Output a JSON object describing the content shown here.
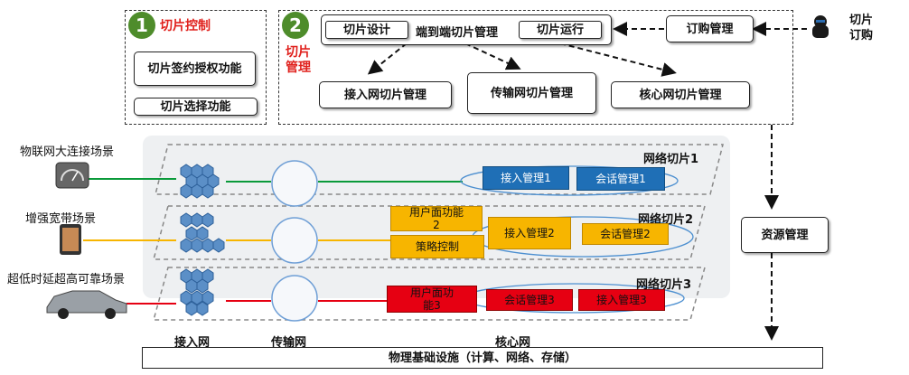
{
  "control": {
    "num": "1",
    "title": "切片控制",
    "auth": "切片签约授权功能",
    "select": "切片选择功能"
  },
  "management": {
    "num": "2",
    "title": "切片管理",
    "design": "切片设计",
    "run": "切片运行",
    "e2e": "端到端切片管理",
    "access": "接入网切片管理",
    "transport": "传输网切片管理",
    "core": "核心网切片管理"
  },
  "order": {
    "label": "订购管理",
    "user": "切片订购"
  },
  "resource": {
    "label": "资源管理"
  },
  "infra": {
    "label": "物理基础设施（计算、网络、存储）"
  },
  "scenarios": [
    {
      "label": "物联网大连接场景"
    },
    {
      "label": "增强宽带场景"
    },
    {
      "label": "超低时延超高可靠场景"
    }
  ],
  "slices": [
    {
      "title": "网络切片1",
      "funcs": [
        "接入管理1",
        "会话管理1"
      ]
    },
    {
      "title": "网络切片2",
      "funcs": [
        "用户面功能2",
        "策略控制",
        "接入管理2",
        "会话管理2"
      ]
    },
    {
      "title": "网络切片3",
      "funcs": [
        "用户面功能3",
        "会话管理3",
        "接入管理3"
      ]
    }
  ],
  "columns": {
    "access": "接入网",
    "transport": "传输网",
    "core": "核心网"
  },
  "colors": {
    "green": "#0a9a3a",
    "yellow": "#f7b500",
    "red": "#e60012",
    "blue": "#1f6fb6",
    "accent_green": "#4e8c2b"
  }
}
